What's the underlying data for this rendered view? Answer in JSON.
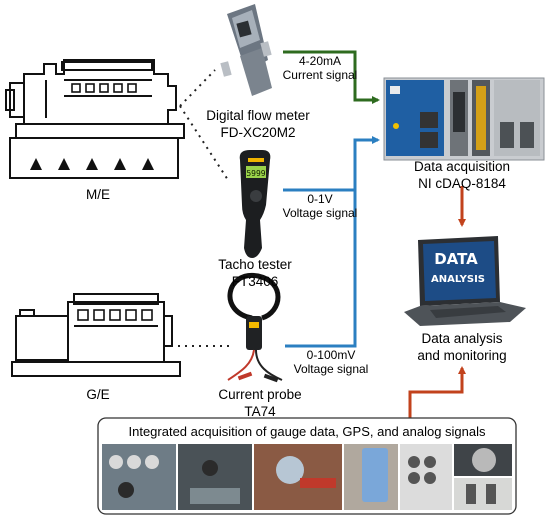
{
  "engines": {
    "main": "M/E",
    "generator": "G/E"
  },
  "sensors": {
    "flow_meter": {
      "line1": "Digital flow meter",
      "line2": "FD-XC20M2"
    },
    "tacho": {
      "line1": "Tacho tester",
      "line2": "FT3406",
      "display": "5999"
    },
    "current_probe": {
      "line1": "Current probe",
      "line2": "TA74"
    }
  },
  "signals": {
    "current": {
      "line1": "4-20mA",
      "line2": "Current signal"
    },
    "voltage1": {
      "line1": "0-1V",
      "line2": "Voltage signal"
    },
    "voltage2": {
      "line1": "0-100mV",
      "line2": "Voltage signal"
    }
  },
  "daq": {
    "line1": "Data acquisition",
    "line2": "NI cDAQ-8184"
  },
  "analysis": {
    "line1": "Data analysis",
    "line2": "and monitoring",
    "screen_line1": "DATA",
    "screen_line2": "ANALYSIS"
  },
  "integrated": {
    "title": "Integrated acquisition of gauge data, GPS, and analog signals"
  },
  "colors": {
    "green": "#2e6b1f",
    "blue": "#2b7fc1",
    "orange": "#c2421c"
  }
}
